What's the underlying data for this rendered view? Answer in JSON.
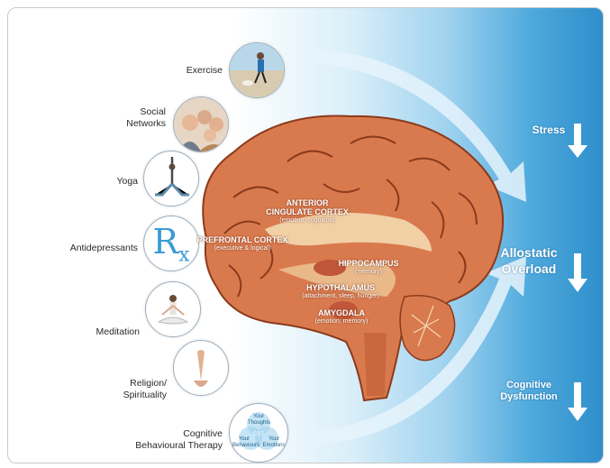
{
  "interventions": {
    "exercise": "Exercise",
    "social_networks": "Social\nNetworks",
    "yoga": "Yoga",
    "antidepressants": "Antidepressants",
    "meditation": "Meditation",
    "religion": "Religion/\nSpirituality",
    "cbt": "Cognitive\nBehavioural Therapy"
  },
  "rx_symbol": "R",
  "rx_sub": "x",
  "cbt_diagram": {
    "thoughts": "Your\nThoughts",
    "behaviours": "Your\nBehaviours",
    "emotions": "Your\nEmotions",
    "center": "CBT"
  },
  "brain_regions": {
    "acc_title": "ANTERIOR\nCINGULATE CORTEX",
    "acc_sub": "(emotion, cognition)",
    "pfc_title": "PREFRONTAL CORTEX",
    "pfc_sub": "(executive & logical)",
    "hippo_title": "HIPPOCAMPUS",
    "hippo_sub": "(memory)",
    "hypo_title": "HYPOTHALAMUS",
    "hypo_sub": "(attachment, sleep, hunger)",
    "amyg_title": "AMYGDALA",
    "amyg_sub": "(emotion, memory)"
  },
  "outcomes": {
    "stress": "Stress",
    "allostatic": "Allostatic\nOverload",
    "cognitive": "Cognitive\nDysfunction"
  },
  "colors": {
    "brain_fill": "#d97a4e",
    "brain_dark": "#8b3a1c",
    "accent_blue": "#3a9bd6",
    "arrow_fill": "#cfe8f7"
  }
}
